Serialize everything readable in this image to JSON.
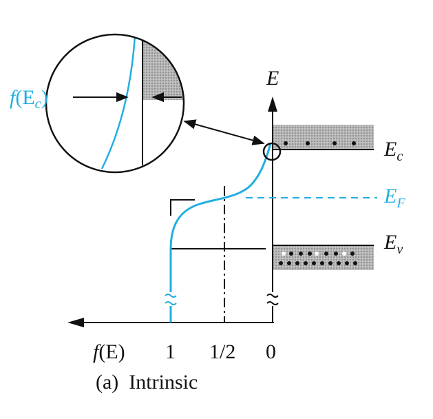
{
  "labels": {
    "axis_energy": "E",
    "conduction_band": "E",
    "conduction_band_sub": "c",
    "fermi_level": "E",
    "fermi_level_sub": "F",
    "valence_band": "E",
    "valence_band_sub": "v",
    "fe_axis_f": "f",
    "fe_axis_arg": "(E)",
    "tick_one": "1",
    "tick_half": "1/2",
    "tick_zero": "0",
    "inset_f": "f",
    "inset_open": "(E",
    "inset_sub": "c",
    "inset_close": ")",
    "caption": "(a)  Intrinsic"
  },
  "colors": {
    "ink": "#111111",
    "curve": "#22aee0",
    "band_fill": "#a9a9a9"
  }
}
